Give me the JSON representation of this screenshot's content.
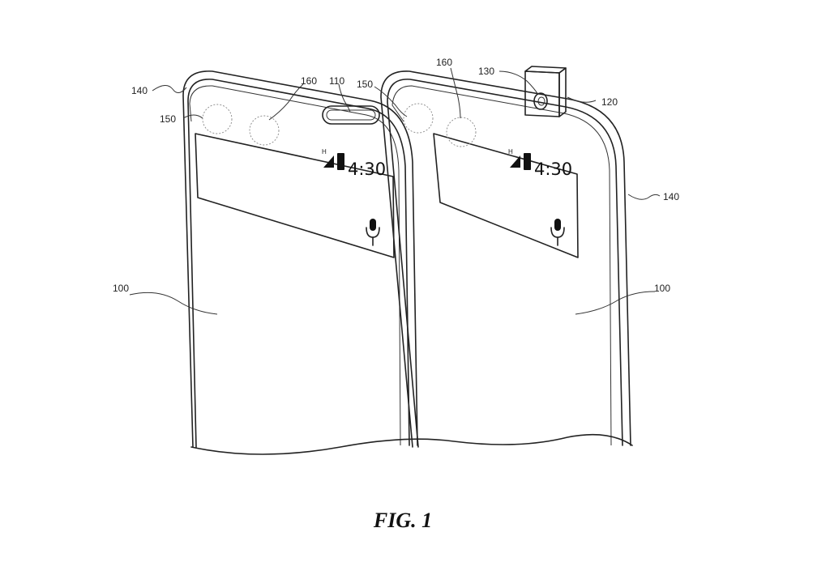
{
  "figure": {
    "caption": "FIG. 1",
    "labels": {
      "l100_left": "100",
      "l100_right": "100",
      "l110": "110",
      "l120": "120",
      "l130": "130",
      "l140_left": "140",
      "l140_right": "140",
      "l150_left": "150",
      "l150_right": "150",
      "l160_left": "160",
      "l160_right": "160"
    },
    "status_bar": {
      "time_left": "4:30",
      "time_right": "4:30",
      "network_left": "H",
      "network_right": "H"
    },
    "icons": [
      "microphone-icon",
      "signal-icon",
      "battery-icon",
      "camera-lens-icon"
    ]
  }
}
